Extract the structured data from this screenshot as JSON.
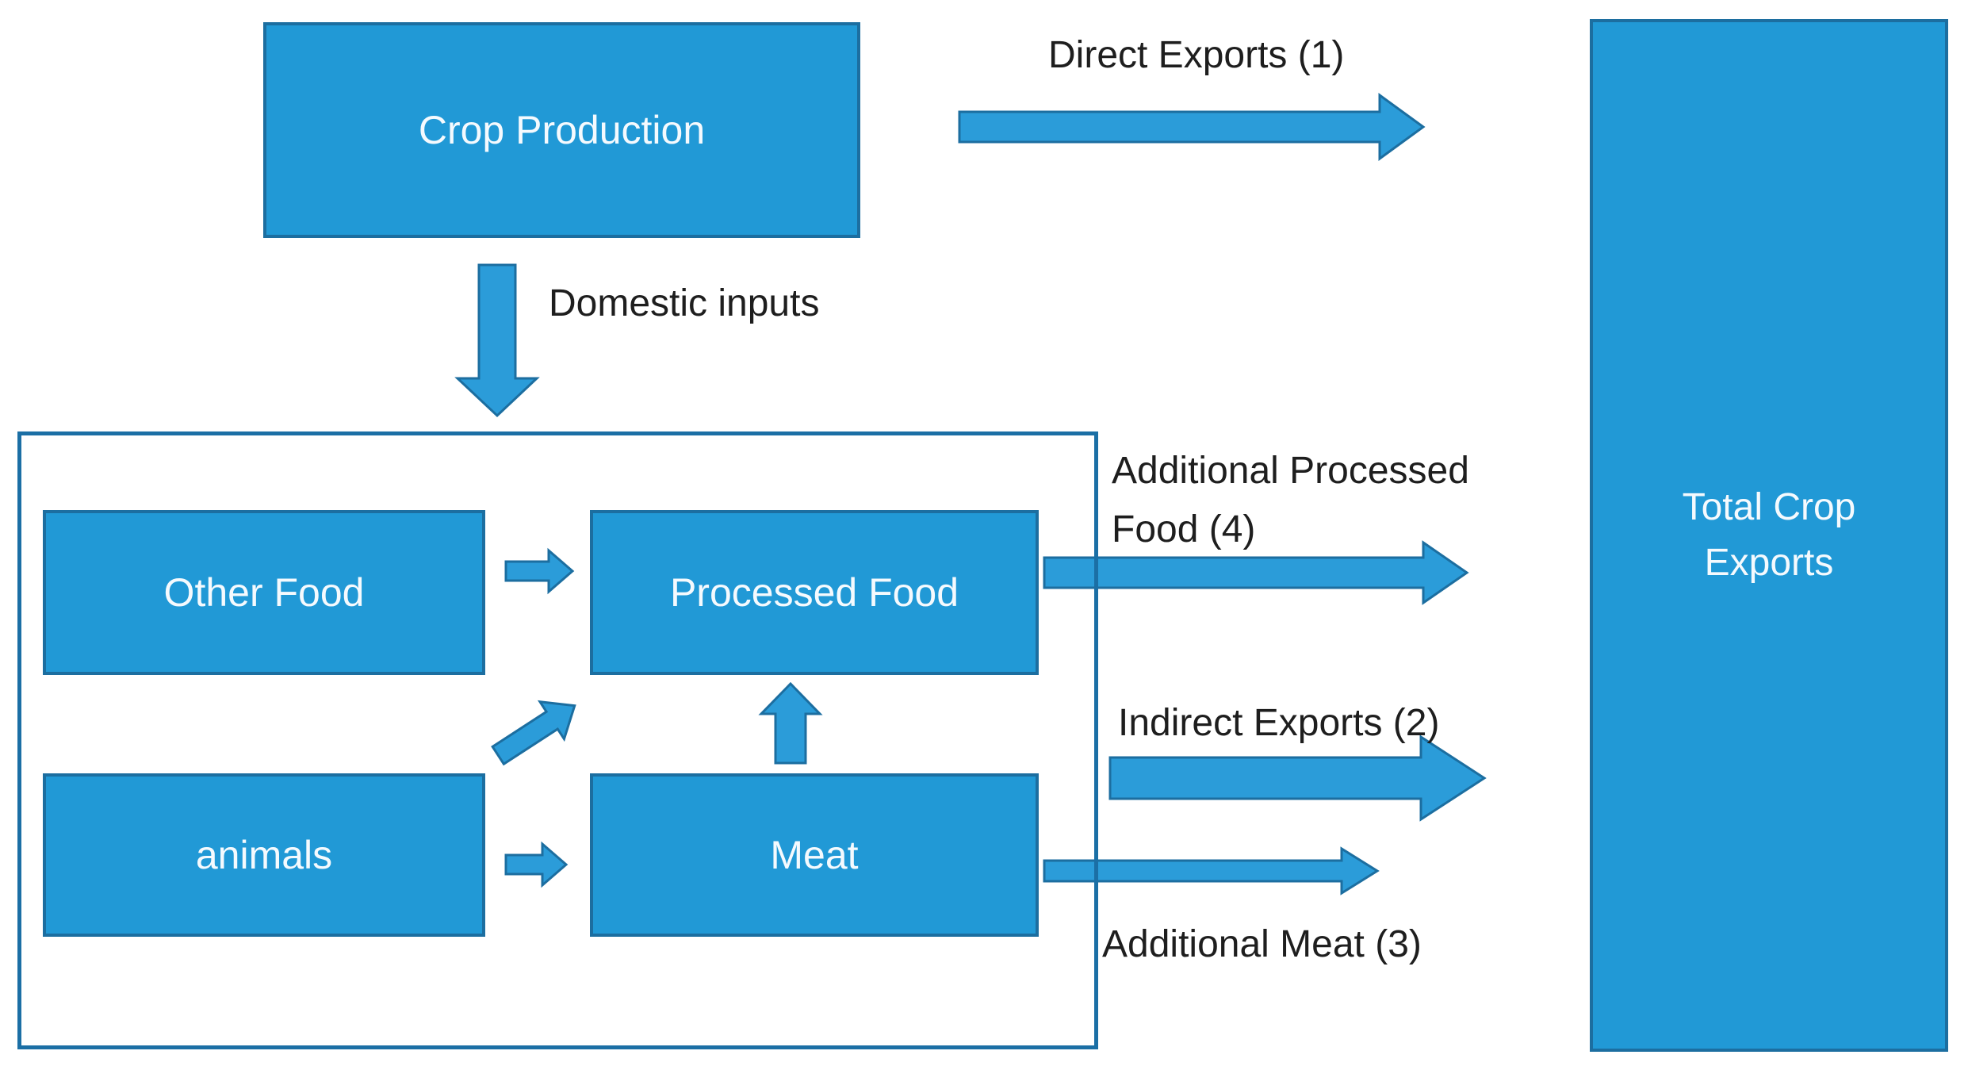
{
  "diagram": {
    "nodes": {
      "crop_production": {
        "label": "Crop Production"
      },
      "other_food": {
        "label": "Other Food"
      },
      "processed_food": {
        "label": "Processed Food"
      },
      "animals": {
        "label": "animals"
      },
      "meat": {
        "label": "Meat"
      },
      "total_crop_exports": {
        "label_line1": "Total Crop",
        "label_line2": "Exports"
      }
    },
    "annotations": {
      "direct_exports": "Direct Exports (1)",
      "domestic_inputs": "Domestic inputs",
      "additional_processed_food_line1": "Additional Processed",
      "additional_processed_food_line2": "Food (4)",
      "indirect_exports": "Indirect Exports (2)",
      "additional_meat": "Additional Meat (3)"
    },
    "edges": [
      {
        "from": "Crop Production",
        "to": "Total Crop Exports",
        "label": "Direct Exports (1)"
      },
      {
        "from": "Crop Production",
        "to": "Processing container",
        "label": "Domestic inputs"
      },
      {
        "from": "Other Food",
        "to": "Processed Food",
        "label": ""
      },
      {
        "from": "animals",
        "to": "Processed Food",
        "label": ""
      },
      {
        "from": "animals",
        "to": "Meat",
        "label": ""
      },
      {
        "from": "Meat",
        "to": "Processed Food",
        "label": ""
      },
      {
        "from": "Processed Food",
        "to": "Total Crop Exports",
        "label": "Additional Processed Food (4)"
      },
      {
        "from": "Processing container",
        "to": "Total Crop Exports",
        "label": "Indirect Exports (2)"
      },
      {
        "from": "Meat",
        "to": "Total Crop Exports",
        "label": "Additional Meat (3)"
      }
    ],
    "colors": {
      "node_fill": "#2199D6",
      "node_border": "#1C6EA0",
      "arrow_fill": "#2B9CD9",
      "arrow_stroke": "#1C6EA0",
      "container_border": "#1B6FA5",
      "text_dark": "#1E1E1E",
      "text_light": "#F5FAFE"
    }
  }
}
